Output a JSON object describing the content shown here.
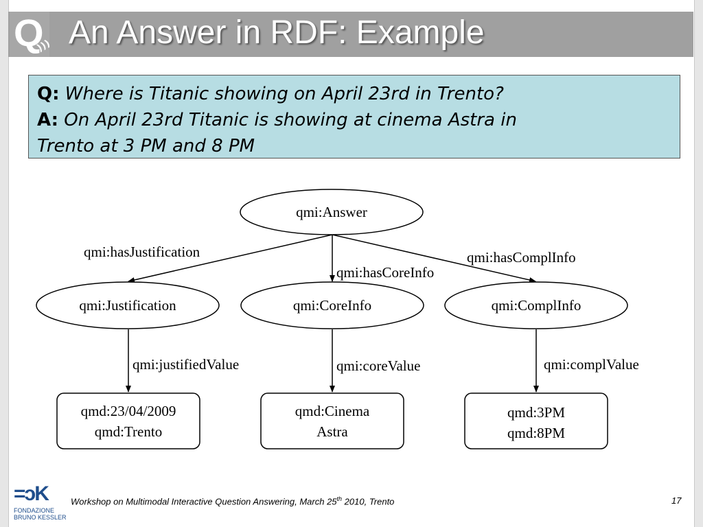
{
  "title": "An Answer in RDF: Example",
  "logo_letter": "Q",
  "qa": {
    "q_label": "Q:",
    "q_text": "Where is Titanic showing on April 23rd in Trento?",
    "a_label": "A:",
    "a_text_line1": "On April 23rd Titanic is showing at cinema Astra in",
    "a_text_line2": "Trento at 3 PM and 8 PM"
  },
  "nodes": {
    "answer": "qmi:Answer",
    "justification": "qmi:Justification",
    "coreinfo": "qmi:CoreInfo",
    "complinfo": "qmi:ComplInfo",
    "value1_line1": "qmd:23/04/2009",
    "value1_line2": "qmd:Trento",
    "value2_line1": "qmd:Cinema",
    "value2_line2": "Astra",
    "value3_line1": "qmd:3PM",
    "value3_line2": "qmd:8PM"
  },
  "edges": {
    "hasJustification": "qmi:hasJustification",
    "hasCoreInfo": "qmi:hasCoreInfo",
    "hasComplInfo": "qmi:hasComplInfo",
    "justifiedValue": "qmi:justifiedValue",
    "coreValue": "qmi:coreValue",
    "complValue": "qmi:complValue"
  },
  "footer": {
    "org_mark": "=ↄK",
    "org_name_line1": "FONDAZIONE",
    "org_name_line2": "BRUNO KESSLER",
    "text_before_sup": "Workshop on Multimodal Interactive Question Answering, March 25",
    "sup": "th",
    "text_after_sup": " 2010, Trento",
    "page": "17"
  },
  "colors": {
    "title_bar": "#a0a0a0",
    "qa_box": "#b7dde3",
    "brand_blue": "#1f4e8c"
  }
}
